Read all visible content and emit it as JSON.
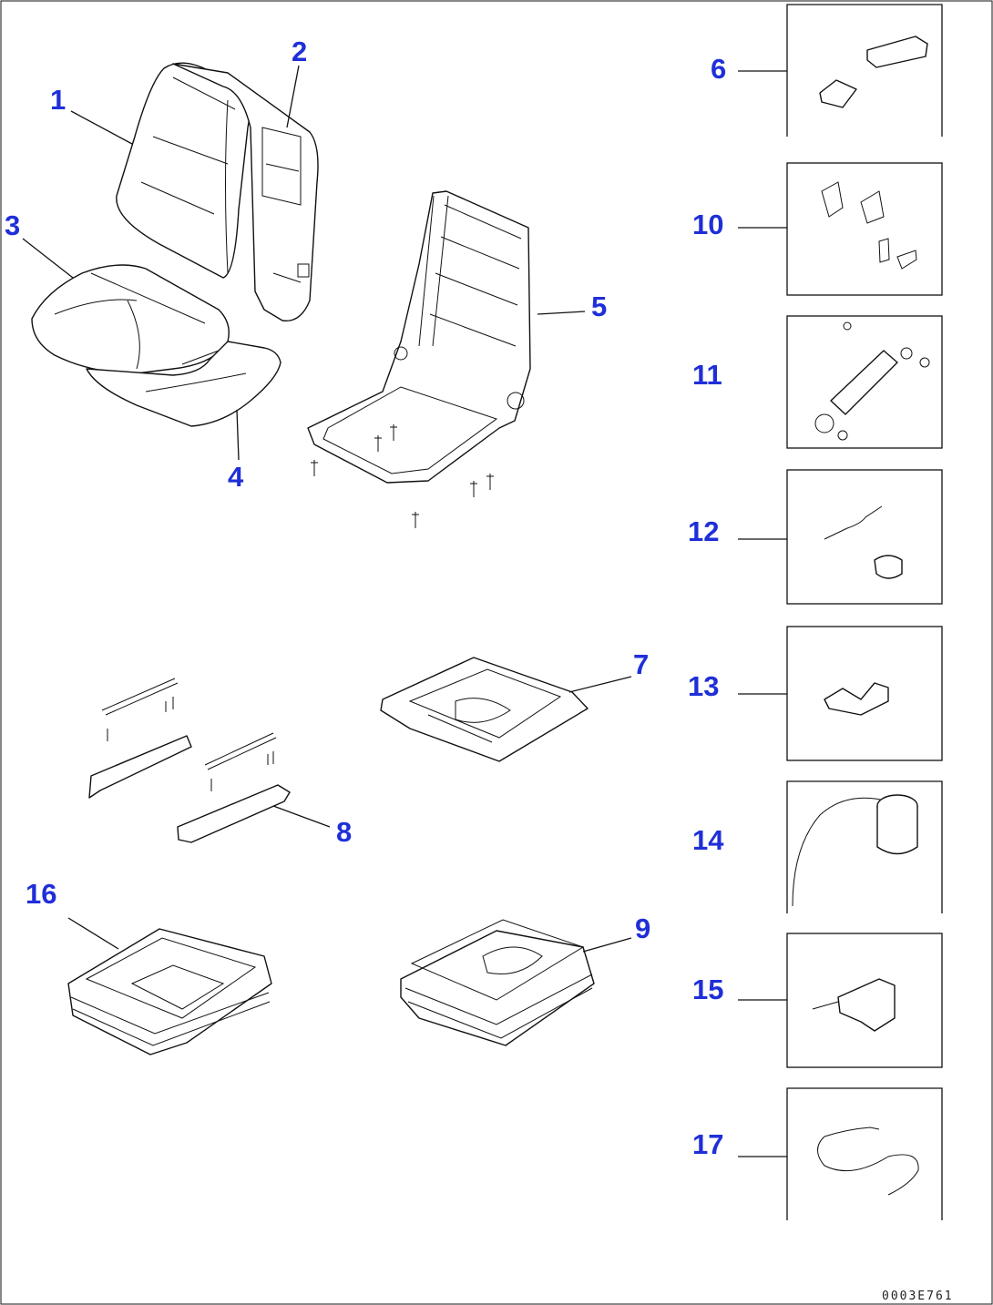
{
  "callouts": {
    "c1": "1",
    "c2": "2",
    "c3": "3",
    "c4": "4",
    "c5": "5",
    "c6": "6",
    "c7": "7",
    "c8": "8",
    "c9": "9",
    "c10": "10",
    "c11": "11",
    "c12": "12",
    "c13": "13",
    "c14": "14",
    "c15": "15",
    "c16": "16",
    "c17": "17"
  },
  "drawing_code": "0003E761",
  "colors": {
    "callout": "#1f2fd8",
    "line": "#111111",
    "background": "#ffffff"
  }
}
